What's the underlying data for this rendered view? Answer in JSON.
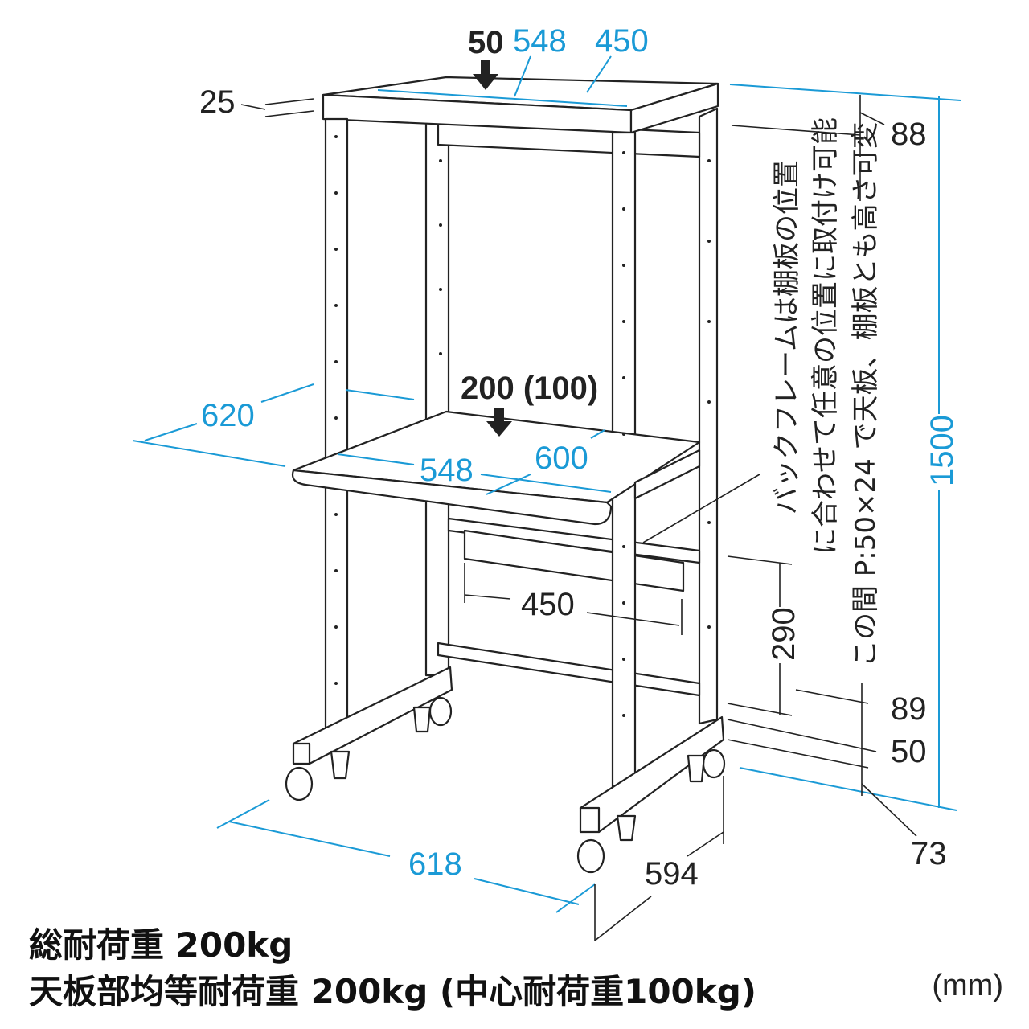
{
  "dimensions": {
    "top_load": "50",
    "top_width": "548",
    "top_depth": "450",
    "top_thickness": "25",
    "top_gap": "88",
    "shelf_load": "200 (100)",
    "outer_depth_top": "620",
    "shelf_width": "548",
    "shelf_depth": "600",
    "inner_depth": "450",
    "shelf_pitch_range": "290",
    "bottom_gap": "89",
    "base_height": "50",
    "caster_height": "73",
    "height": "1500",
    "overall_width": "618",
    "overall_depth": "594"
  },
  "notes": [
    "バックフレームは棚板の位置",
    "に合わせて任意の位置に取付け可能",
    "この間 P:50×24 で天板、棚板とも高さ可変"
  ],
  "footer": {
    "line1": "総耐荷重 200kg",
    "line2": "天板部均等耐荷重 200kg (中心耐荷重100kg)",
    "unit": "(mm)"
  },
  "colors": {
    "dimension_blue": "#1a9ad6",
    "line": "#222222"
  }
}
